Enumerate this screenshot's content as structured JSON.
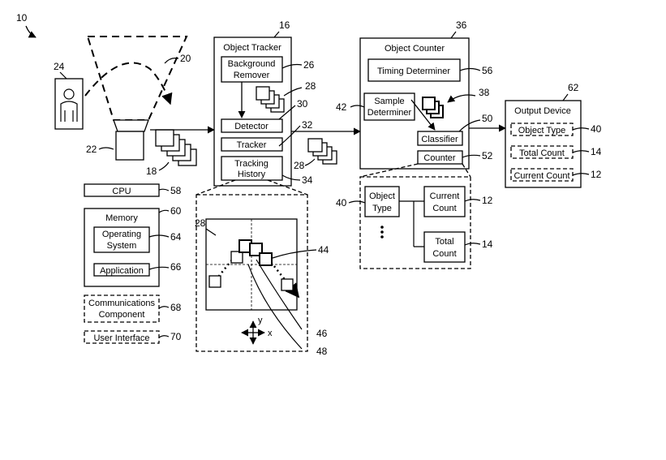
{
  "figure_number": "10",
  "refs": {
    "r12a": "12",
    "r12b": "12",
    "r14a": "14",
    "r14b": "14",
    "r16": "16",
    "r18": "18",
    "r20": "20",
    "r22": "22",
    "r24": "24",
    "r26": "26",
    "r28a": "28",
    "r28b": "28",
    "r28c": "28",
    "r30": "30",
    "r32": "32",
    "r34": "34",
    "r36": "36",
    "r38": "38",
    "r40a": "40",
    "r40b": "40",
    "r42": "42",
    "r44": "44",
    "r46": "46",
    "r48": "48",
    "r50": "50",
    "r52": "52",
    "r56": "56",
    "r58": "58",
    "r60": "60",
    "r62": "62",
    "r64": "64",
    "r66": "66",
    "r68": "68",
    "r70": "70"
  },
  "object_tracker": {
    "title": "Object Tracker",
    "background_remover": [
      "Background",
      "Remover"
    ],
    "detector": "Detector",
    "tracker": "Tracker",
    "tracking_history": [
      "Tracking",
      "History"
    ]
  },
  "object_counter": {
    "title": "Object Counter",
    "timing_determiner": "Timing Determiner",
    "sample_determiner": [
      "Sample",
      "Determiner"
    ],
    "classifier": "Classifier",
    "counter": "Counter"
  },
  "output_device": {
    "title": "Output Device",
    "object_type": "Object Type",
    "total_count": "Total Count",
    "current_count": "Current Count"
  },
  "system": {
    "cpu": "CPU",
    "memory": "Memory",
    "operating_system": [
      "Operating",
      "System"
    ],
    "application": "Application",
    "communications_component": [
      "Communications",
      "Component"
    ],
    "user_interface": "User Interface"
  },
  "counter_detail": {
    "object_type": [
      "Object",
      "Type"
    ],
    "current_count": [
      "Current",
      "Count"
    ],
    "total_count": [
      "Total",
      "Count"
    ],
    "ellipsis": "•\n•\n•"
  },
  "tracking_detail": {
    "y_axis": "y",
    "x_axis": "x"
  }
}
